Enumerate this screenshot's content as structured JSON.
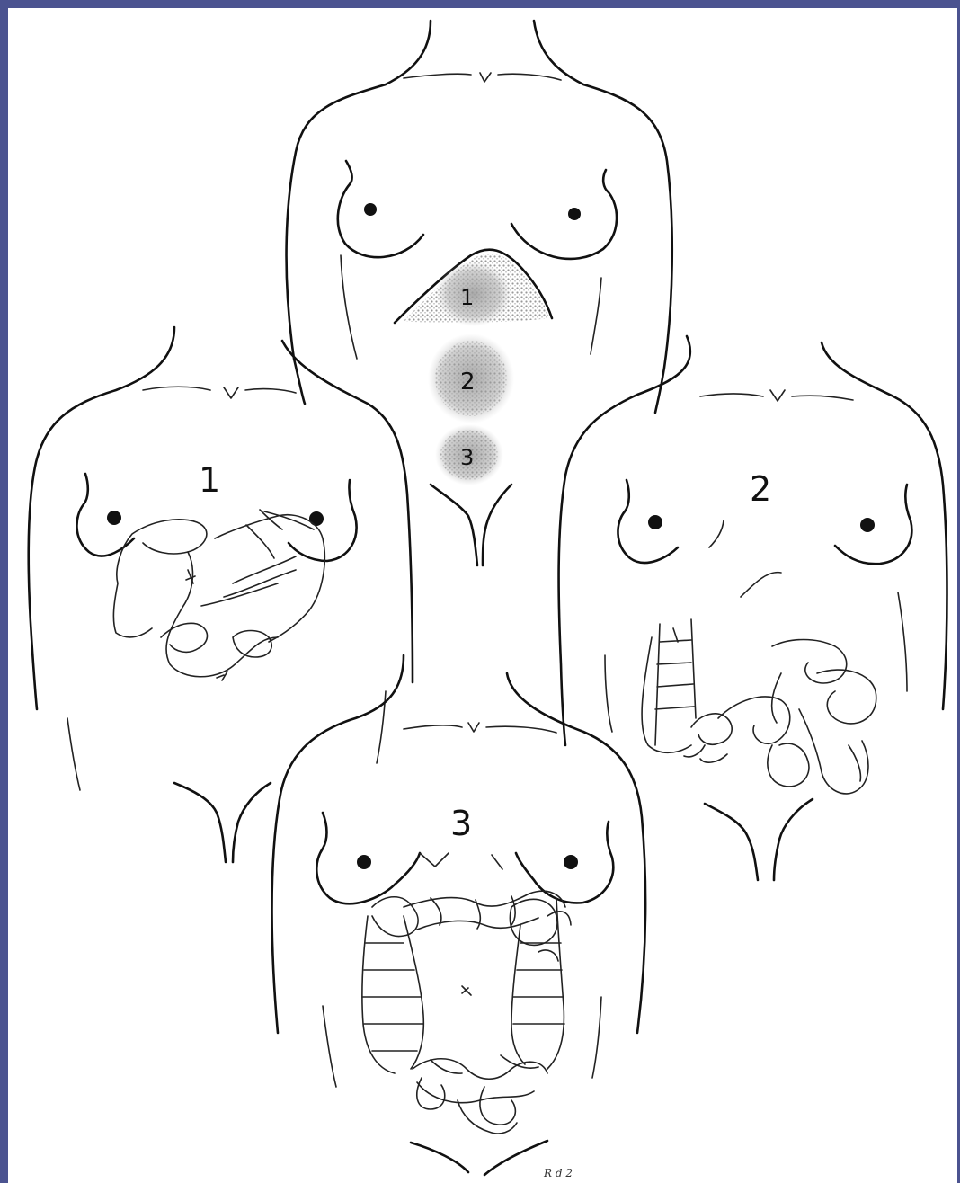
{
  "colors": {
    "frame": "#4b5390",
    "ink": "#111111",
    "paper": "#ffffff",
    "pain_shading": "#9a9a9a"
  },
  "top_figure": {
    "zones": [
      "1",
      "2",
      "3"
    ]
  },
  "figure_1": {
    "label": "1"
  },
  "figure_2": {
    "label": "2"
  },
  "figure_3": {
    "label": "3"
  },
  "signature": "R d 2"
}
